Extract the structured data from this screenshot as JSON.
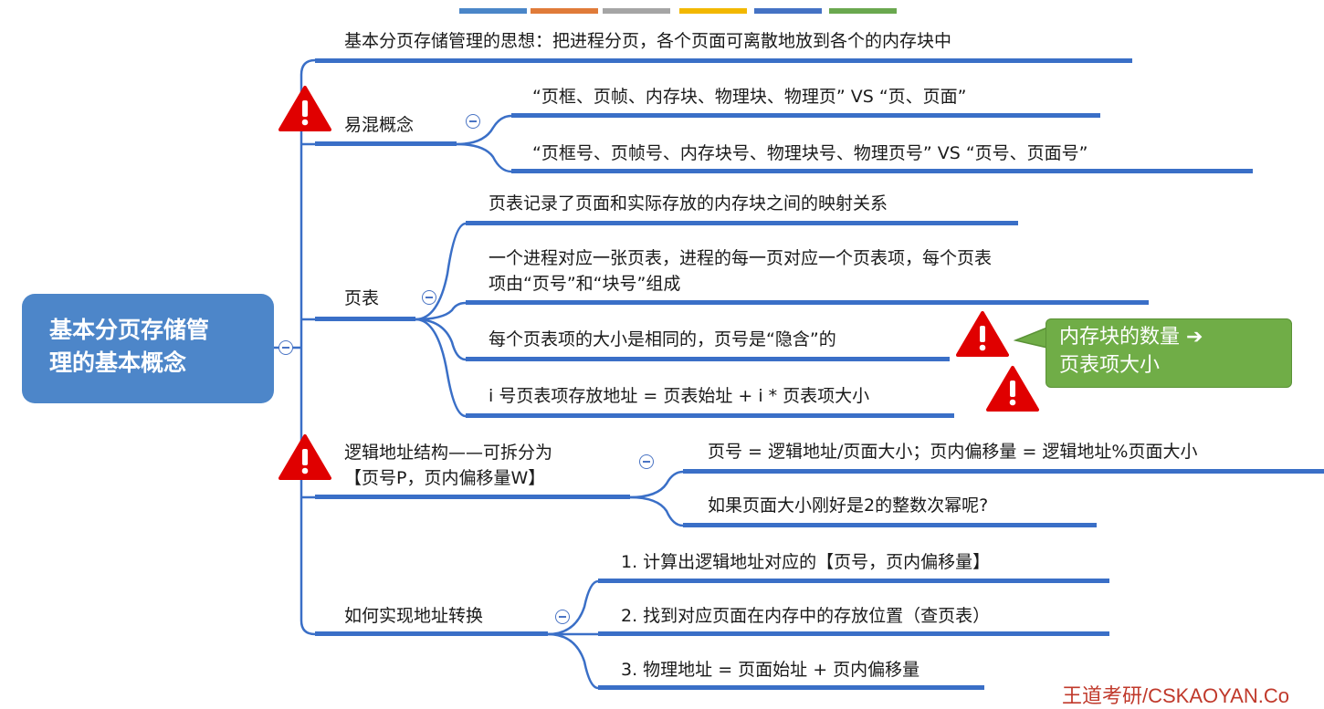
{
  "top_bar_colors": [
    "#4a86c8",
    "#e07b39",
    "#a5a5a5",
    "#f2b800",
    "#4472c4",
    "#6aa84f"
  ],
  "root": {
    "line1": "基本分页存储管",
    "line2": "理的基本概念"
  },
  "branches": {
    "idea": "基本分页存储管理的思想：把进程分页，各个页面可离散地放到各个的内存块中",
    "confusing": {
      "label": "易混概念",
      "items": [
        "“页框、页帧、内存块、物理块、物理页” VS “页、页面”",
        "“页框号、页帧号、内存块号、物理块号、物理页号” VS “页号、页面号”"
      ]
    },
    "page_table": {
      "label": "页表",
      "items": [
        "页表记录了页面和实际存放的内存块之间的映射关系",
        "一个进程对应一张页表，进程的每一页对应一个页表项，每个页表",
        "项由“页号”和“块号”组成",
        "每个页表项的大小是相同的，页号是“隐含”的",
        "i 号页表项存放地址 = 页表始址 + i * 页表项大小"
      ]
    },
    "logical_addr": {
      "label_line1": "逻辑地址结构——可拆分为",
      "label_line2": "【页号P，页内偏移量W】",
      "items": [
        "页号 = 逻辑地址/页面大小；页内偏移量 = 逻辑地址%页面大小",
        "如果页面大小刚好是2的整数次幂呢?"
      ]
    },
    "translate": {
      "label": "如何实现地址转换",
      "items": [
        "1. 计算出逻辑地址对应的【页号，页内偏移量】",
        "2. 找到对应页面在内存中的存放位置（查页表）",
        "3. 物理地址 = 页面始址 + 页内偏移量"
      ]
    }
  },
  "callout": {
    "line1": "内存块的数量 ➔",
    "line2": "页表项大小"
  },
  "warning_icons": [
    "warning-icon",
    "warning-icon",
    "warning-icon",
    "warning-icon"
  ],
  "footer": "王道考研/CSKAOYAN.Co"
}
